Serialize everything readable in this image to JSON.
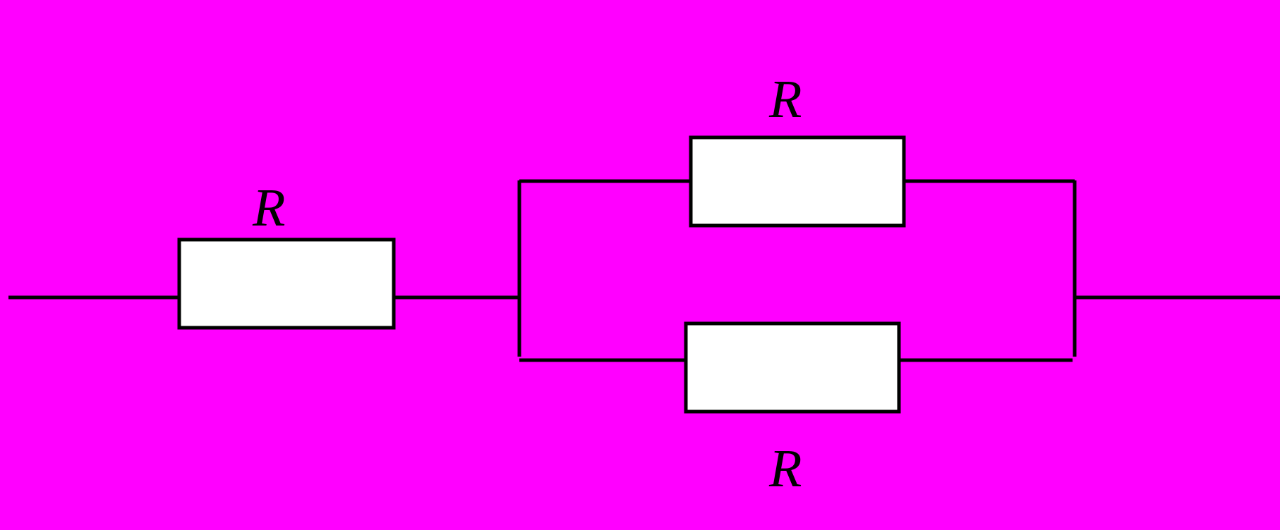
{
  "colors": {
    "background": "#FF00FF",
    "wire": "#000000",
    "resistor_fill": "#FFFFFF"
  },
  "resistors": {
    "series": {
      "label": "R"
    },
    "parallel_top": {
      "label": "R"
    },
    "parallel_bottom": {
      "label": "R"
    }
  }
}
